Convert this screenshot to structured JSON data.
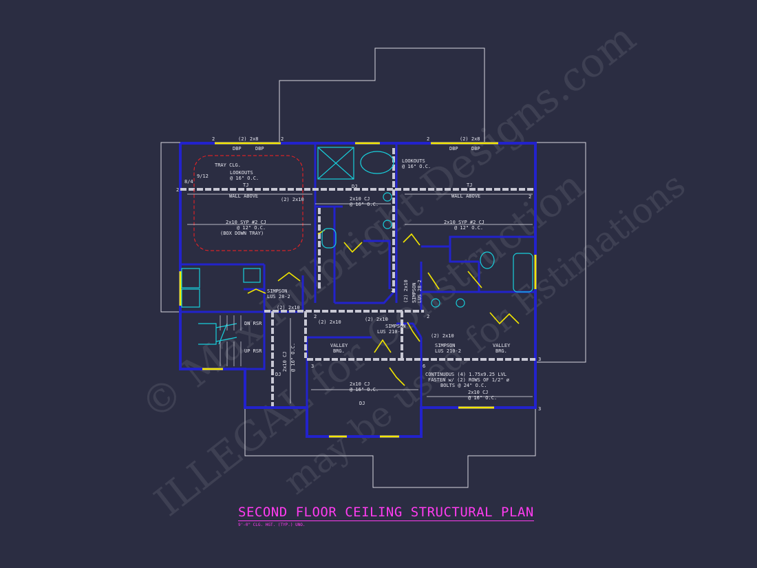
{
  "drawing": {
    "title": "SECOND FLOOR CEILING STRUCTURAL PLAN",
    "subtitle": "9'-0\" CLG. HGT. (TYP.) UNO."
  },
  "watermark": {
    "line1": "© Max Fulbright Designs.com",
    "line2": "ILLEGAL for Construction",
    "line3": "may be used for Estimations"
  },
  "labels": {
    "header_left": "(2) 2x8",
    "header_right": "(2) 2x8",
    "dbp": "DBP",
    "lookouts_left_1": "LOOKOUTS",
    "lookouts_left_2": "@ 16\" O.C.",
    "lookouts_mid_1": "LOOKOUTS",
    "lookouts_mid_2": "@ 16\" O.C.",
    "tray_clg": "TRAY CLG.",
    "slope_12": "9/12",
    "slope_34": "8/4",
    "tj": "TJ",
    "dj": "DJ",
    "wall_above": "WALL ABOVE",
    "two_2x10": "(2) 2x10",
    "cj_16": "2x10 CJ",
    "cj_16_oc": "@ 16\" O.C.",
    "syp_cj": "2x10 SYP #2 CJ",
    "syp_cj_oc": "@ 12\" O.C.",
    "box_down_tray": "(BOX DOWN TRAY)",
    "simpson": "SIMPSON",
    "lus_28_2": "LUS 28-2",
    "lus_210_2": "LUS 210-2",
    "valley": "VALLEY",
    "brg": "BRG.",
    "dn_rsr": "DN RSR",
    "up_rsr": "UP RSR",
    "lvl_1": "CONTINUOUS (4) 1.75x9.25 LVL",
    "lvl_2": "FASTEN w/ (2) ROWS OF 1/2\" ø",
    "lvl_3": "BOLTS @ 24\" O.C.",
    "cj_2x10_v": "2x10 CJ",
    "cj_16_v": "@ 16\" O.C.",
    "n2": "2",
    "n3": "3",
    "n6": "6"
  },
  "colors": {
    "background": "#2b2d42",
    "wall": "#2222cc",
    "roof_outline": "#d8d8e0",
    "beam": "#c8c8d4",
    "window": "#f2e600",
    "door": "#f2e600",
    "fixture": "#18d0dc",
    "tray": "#ff2020",
    "title": "#ff3cf0",
    "text": "#e8e8f0"
  }
}
